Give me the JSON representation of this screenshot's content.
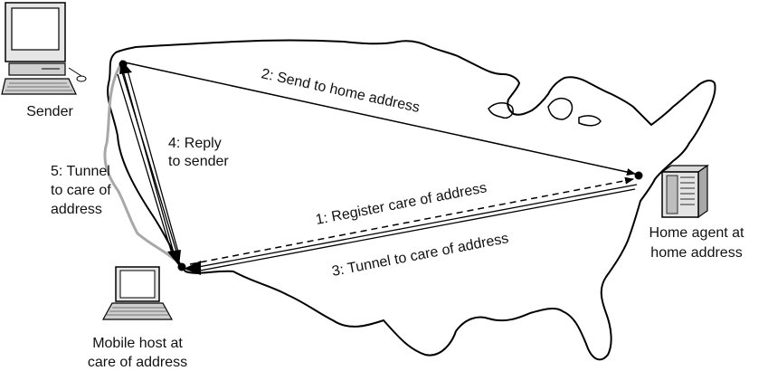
{
  "labels": {
    "sender": "Sender",
    "mobile_host_line1": "Mobile host at",
    "mobile_host_line2": "care of address",
    "home_agent_line1": "Home agent at",
    "home_agent_line2": "home address",
    "step1": "1: Register care of address",
    "step2": "2: Send to home address",
    "step3": "3: Tunnel to care of address",
    "step4_line1": "4: Reply",
    "step4_line2": "to sender",
    "step5_line1": "5: Tunnel",
    "step5_line2": "to care of",
    "step5_line3": "address"
  }
}
